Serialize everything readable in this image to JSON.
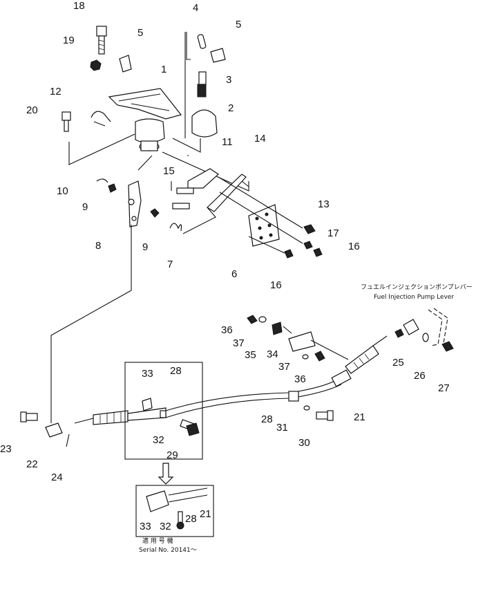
{
  "callouts": [
    {
      "id": "c18",
      "text": "18"
    },
    {
      "id": "c4",
      "text": "4"
    },
    {
      "id": "c5a",
      "text": "5"
    },
    {
      "id": "c5b",
      "text": "5"
    },
    {
      "id": "c19",
      "text": "19"
    },
    {
      "id": "c1",
      "text": "1"
    },
    {
      "id": "c3",
      "text": "3"
    },
    {
      "id": "c12",
      "text": "12"
    },
    {
      "id": "c20",
      "text": "20"
    },
    {
      "id": "c2",
      "text": "2"
    },
    {
      "id": "c11",
      "text": "11"
    },
    {
      "id": "c14",
      "text": "14"
    },
    {
      "id": "c15",
      "text": "15"
    },
    {
      "id": "c10",
      "text": "10"
    },
    {
      "id": "c9a",
      "text": "9"
    },
    {
      "id": "c13",
      "text": "13"
    },
    {
      "id": "c9b",
      "text": "9"
    },
    {
      "id": "c17",
      "text": "17"
    },
    {
      "id": "c8",
      "text": "8"
    },
    {
      "id": "c16a",
      "text": "16"
    },
    {
      "id": "c7",
      "text": "7"
    },
    {
      "id": "c6",
      "text": "6"
    },
    {
      "id": "c16b",
      "text": "16"
    },
    {
      "id": "c36a",
      "text": "36"
    },
    {
      "id": "c37a",
      "text": "37"
    },
    {
      "id": "c35",
      "text": "35"
    },
    {
      "id": "c34",
      "text": "34"
    },
    {
      "id": "c37b",
      "text": "37"
    },
    {
      "id": "c36b",
      "text": "36"
    },
    {
      "id": "c25",
      "text": "25"
    },
    {
      "id": "c26",
      "text": "26"
    },
    {
      "id": "c27",
      "text": "27"
    },
    {
      "id": "c33a",
      "text": "33"
    },
    {
      "id": "c28a",
      "text": "28"
    },
    {
      "id": "c21a",
      "text": "21"
    },
    {
      "id": "c28b",
      "text": "28"
    },
    {
      "id": "c31",
      "text": "31"
    },
    {
      "id": "c30",
      "text": "30"
    },
    {
      "id": "c32a",
      "text": "32"
    },
    {
      "id": "c29",
      "text": "29"
    },
    {
      "id": "c23",
      "text": "23"
    },
    {
      "id": "c22",
      "text": "22"
    },
    {
      "id": "c24",
      "text": "24"
    },
    {
      "id": "c33b",
      "text": "33"
    },
    {
      "id": "c32b",
      "text": "32"
    },
    {
      "id": "c28c",
      "text": "28"
    },
    {
      "id": "c21b",
      "text": "21"
    }
  ],
  "fuel_lever_label": {
    "jp": "フュエルインジェクションポンプレバー",
    "en": "Fuel Injection Pump Lever"
  },
  "serial_note": {
    "jp": "適 用 号 機",
    "en": "Serial No. 20141～"
  }
}
